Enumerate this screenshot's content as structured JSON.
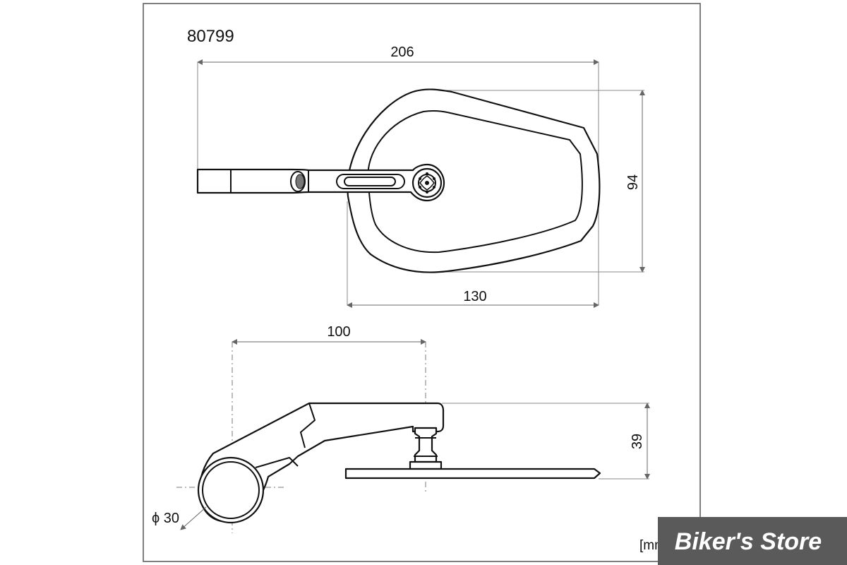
{
  "drawing": {
    "part_number": "80799",
    "unit_label": "[mm]",
    "watermark": "Biker's Store",
    "colors": {
      "line": "#111111",
      "dimension": "#666666",
      "watermark_bg": "#5a5a5a",
      "watermark_text": "#ffffff"
    },
    "dimensions": {
      "overall_length": "206",
      "head_width": "130",
      "head_height": "94",
      "arm_reach": "100",
      "side_height": "39",
      "clamp_diameter": "ϕ 30"
    },
    "views": [
      "top-view",
      "side-view"
    ]
  }
}
